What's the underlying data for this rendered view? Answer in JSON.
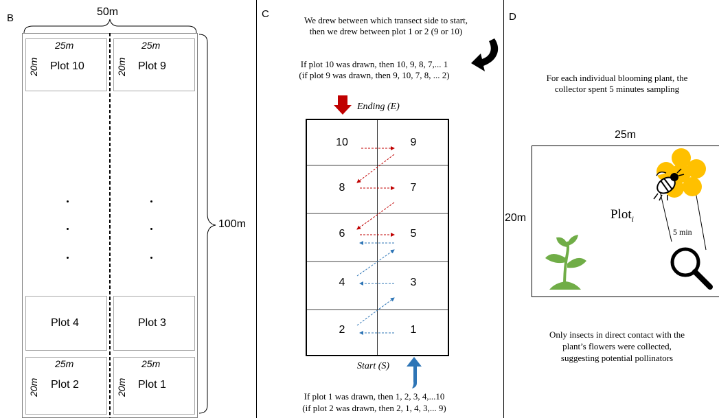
{
  "panel_b": {
    "label": "B",
    "width_label": "50m",
    "height_label": "100m",
    "plot_width": "25m",
    "plot_height": "20m",
    "plots": {
      "p10": "Plot 10",
      "p9": "Plot 9",
      "p4": "Plot 4",
      "p3": "Plot 3",
      "p2": "Plot 2",
      "p1": "Plot 1"
    }
  },
  "panel_c": {
    "label": "C",
    "intro_line1": "We drew between which transect side to start,",
    "intro_line2": "then we drew between plot 1 or 2 (9 or 10)",
    "rule_top_line1": "If plot 10 was drawn, then 10, 9, 8, 7,... 1",
    "rule_top_line2": "(if plot 9 was drawn, then 9, 10, 7, 8, ... 2)",
    "ending_label": "Ending (E)",
    "start_label": "Start (S)",
    "rule_bottom_line1": "If plot 1 was drawn, then 1, 2, 3, 4,...10",
    "rule_bottom_line2": "(if plot 2 was drawn, then 2, 1, 4, 3,... 9)",
    "numbers": {
      "n10": "10",
      "n9": "9",
      "n8": "8",
      "n7": "7",
      "n6": "6",
      "n5": "5",
      "n4": "4",
      "n3": "3",
      "n2": "2",
      "n1": "1"
    },
    "colors": {
      "red": "#c00000",
      "blue": "#2e75b6"
    }
  },
  "panel_d": {
    "label": "D",
    "top_line1": "For each individual  blooming plant, the",
    "top_line2": "collector spent 5 minutes  sampling",
    "width_label": "25m",
    "height_label": "20m",
    "plot_label": "Plot",
    "plot_subscript": "i",
    "time_label": "5 min",
    "bottom_line1": "Only insects in direct contact with the",
    "bottom_line2": "plant’s flowers were collected,",
    "bottom_line3": "suggesting potential pollinators",
    "colors": {
      "flower": "#ffc000",
      "plant": "#70ad47"
    }
  }
}
